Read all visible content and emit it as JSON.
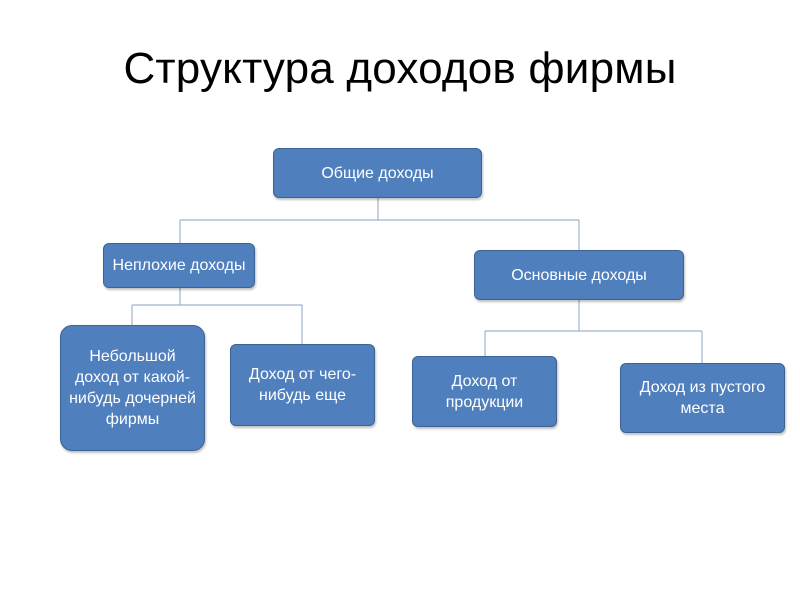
{
  "title": "Структура доходов фирмы",
  "nodes": {
    "root": "Общие доходы",
    "good": "Неплохие доходы",
    "main": "Основные доходы",
    "subsidiary": "Небольшой доход от какой-нибудь дочерней фирмы",
    "other": "Доход от чего-нибудь еще",
    "products": "Доход от продукции",
    "nothing": "Доход из пустого места"
  },
  "colors": {
    "node_fill": "#4f7fbd",
    "node_border": "#3b6396",
    "connector": "#9db3cf"
  }
}
